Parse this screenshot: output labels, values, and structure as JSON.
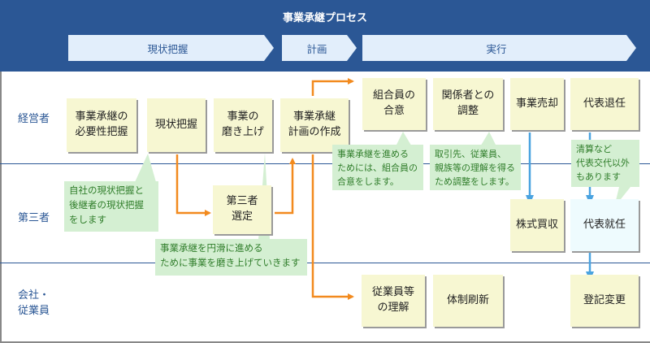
{
  "title": "事業承継プロセス",
  "phases": [
    {
      "label": "現状把握"
    },
    {
      "label": "計画"
    },
    {
      "label": "実行"
    }
  ],
  "lanes": [
    {
      "label": "経営者"
    },
    {
      "label": "第三者"
    },
    {
      "label": "会社・\n従業員"
    }
  ],
  "boxes": {
    "need": "事業承継の\n必要性把握",
    "status": "現状把握",
    "polish": "事業の\n磨き上げ",
    "plan": "事業承継\n計画の作成",
    "union": "組合員の\n合意",
    "stakeholders": "関係者との\n調整",
    "sale": "事業売却",
    "retire": "代表退任",
    "third_select": "第三者\n選定",
    "stock": "株式買収",
    "appoint": "代表就任",
    "employees": "従業員等\nの理解",
    "renewal": "体制刷新",
    "registry": "登記変更"
  },
  "notes": {
    "status_note": "自社の現状把握と\n後継者の現状把握\nをします",
    "polish_note": "事業承継を円滑に進める\nために事業を磨き上げていきます",
    "union_note": "事業承継を進める\nためには、組合員の\n合意をします。",
    "stakeholders_note": "取引先、従業員、\n親族等の理解を得る\nため調整をします。",
    "retire_note": "清算など\n代表交代以外\nもあります"
  },
  "colors": {
    "header": "#2b5795",
    "phase_bg": "#e2eefb",
    "box": "#f7f7d2",
    "box_highlight": "#eefbfe",
    "note_bg": "#d4efd2",
    "note_text": "#2f7d2a",
    "flow_arrow": "#f28a1e",
    "exec_arrow": "#4aa3e0"
  }
}
